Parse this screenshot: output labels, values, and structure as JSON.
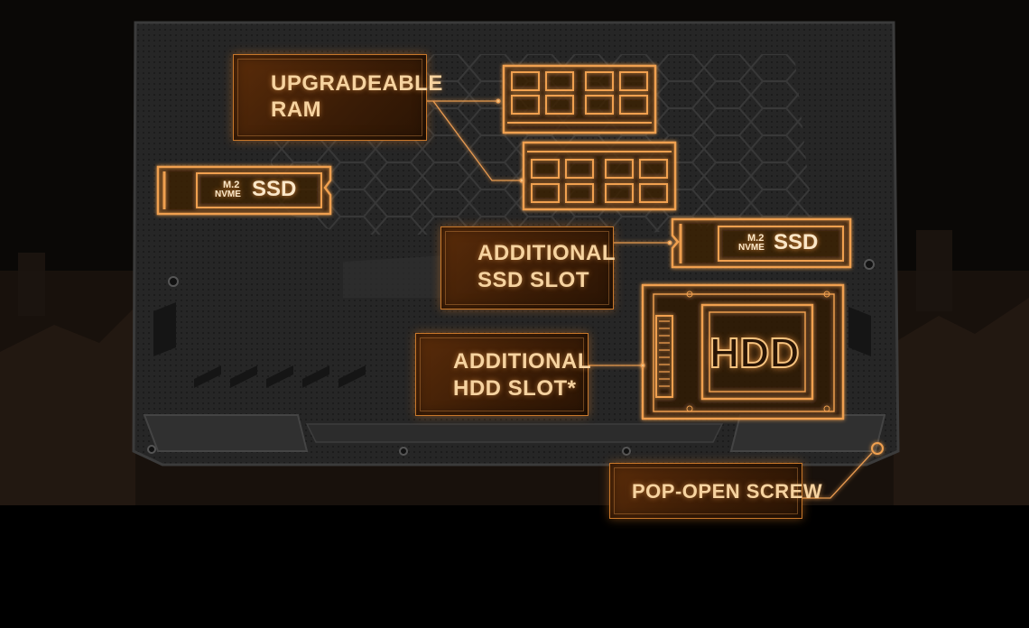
{
  "labels": {
    "upgradeable_ram": [
      "UPGRADEABLE",
      "RAM"
    ],
    "additional_ssd_slot": [
      "ADDITIONAL",
      "SSD SLOT"
    ],
    "additional_hdd_slot": [
      "ADDITIONAL",
      "HDD SLOT*"
    ],
    "pop_open_screw": "POP-OPEN SCREW"
  },
  "components": {
    "ssd_primary": {
      "form": "M.2",
      "interface": "NVME",
      "name": "SSD"
    },
    "ssd_additional": {
      "form": "M.2",
      "interface": "NVME",
      "name": "SSD"
    },
    "hdd": {
      "name": "HDD"
    }
  },
  "colors": {
    "glow": "#f0a050",
    "box_fill": "#3a1c06",
    "box_border": "#c9782a",
    "label_text": "#f6d3a0",
    "chassis": "#2b2b2b"
  }
}
